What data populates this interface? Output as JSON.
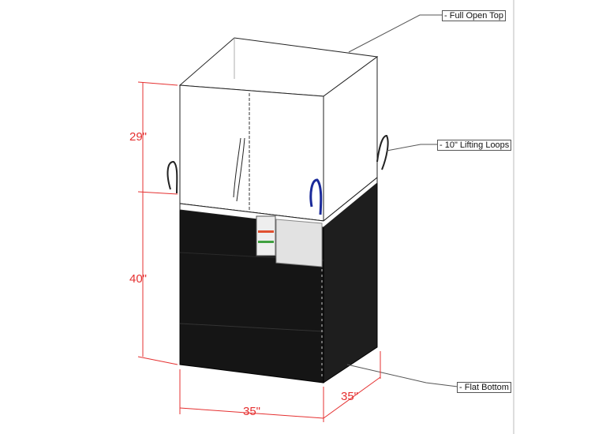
{
  "callouts": {
    "top": "- Full Open Top",
    "loops": "- 10\" Lifting Loops",
    "bottom": "- Flat Bottom"
  },
  "dimensions": {
    "top_height": "29\"",
    "body_height": "40\"",
    "width": "35\"",
    "depth": "35\""
  },
  "colors": {
    "dimension": "#e53030",
    "bag_body": "#151515",
    "loop_stripe": "#1a2a9a"
  }
}
